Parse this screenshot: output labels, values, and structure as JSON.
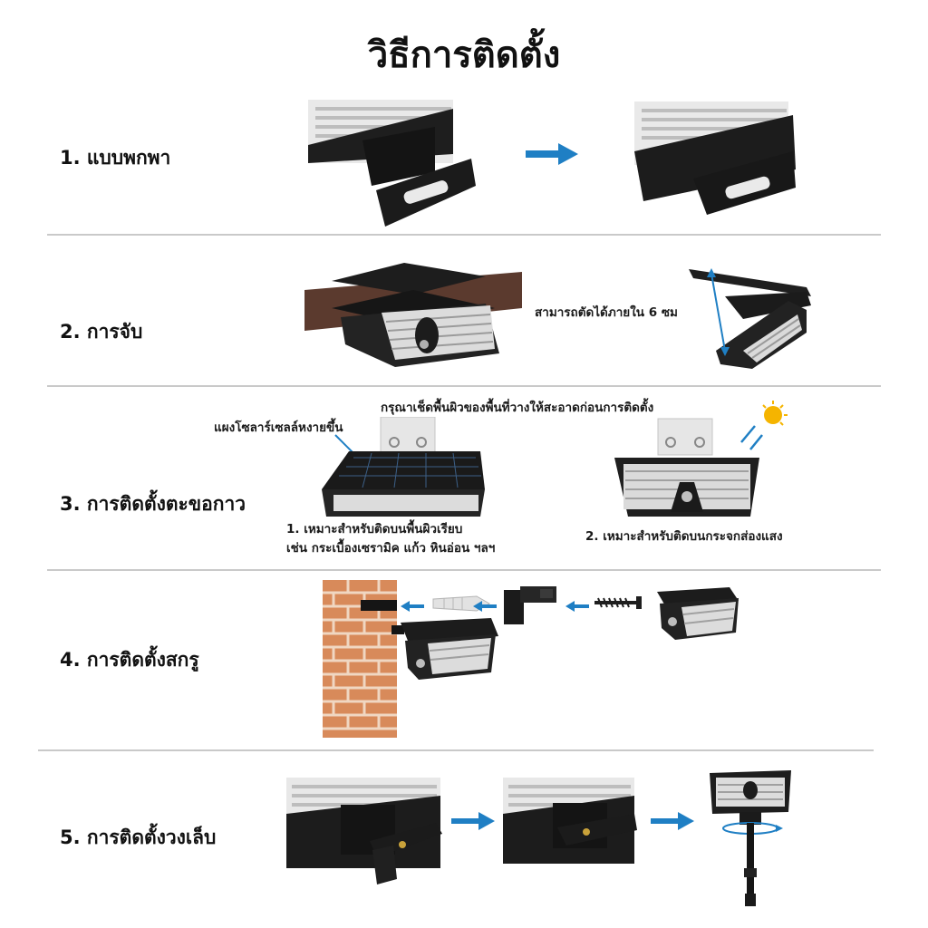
{
  "title": "วิธีการติดตั้ง",
  "accent_color": "#1f7fc4",
  "sections": [
    {
      "label": "1. แบบพกพา"
    },
    {
      "label": "2. การจับ",
      "note": "สามารถตัดได้ภายใน 6 ซม"
    },
    {
      "label": "3. การติดตั้งตะขอกาว",
      "top_note": "กรุณาเช็ดพื้นผิวของพื้นที่วางให้สะอาดก่อนการติดตั้ง",
      "panel_note": "แผงโซลาร์เซลล์หงายขึ้น",
      "note_1_line1": "1. เหมาะสำหรับติดบนพื้นผิวเรียบ",
      "note_1_line2": "เช่น กระเบื้องเซรามิค แก้ว หินอ่อน ฯลฯ",
      "note_2": "2. เหมาะสำหรับติดบนกระจกส่องแสง"
    },
    {
      "label": "4. การติดตั้งสกรู"
    },
    {
      "label": "5. การติดตั้งวงเล็บ"
    }
  ]
}
